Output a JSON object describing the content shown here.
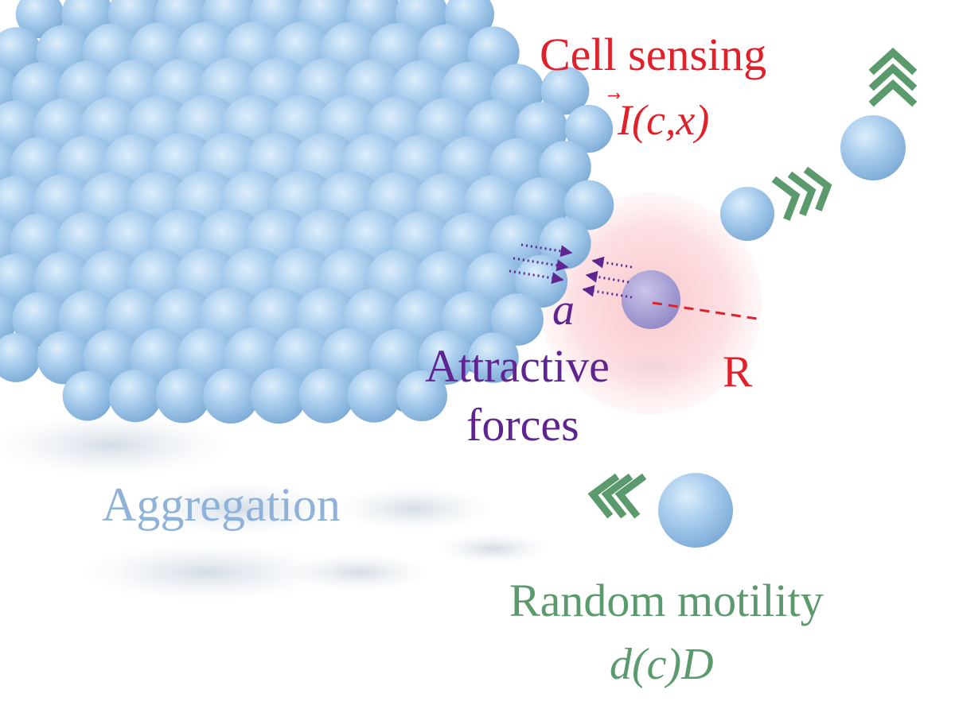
{
  "labels": {
    "cell_sensing": "Cell sensing",
    "sensing_formula": "I(c,x)",
    "radius": "R",
    "adhesion_symbol": "a",
    "attractive_line1": "Attractive",
    "attractive_line2": "forces",
    "aggregation": "Aggregation",
    "random_motility": "Random motility",
    "motility_formula": "d(c)D"
  },
  "colors": {
    "cell": "#a9cdee",
    "cell_light": "#dcecfa",
    "cell_dark": "#6f9fcc",
    "sensing": "#e0202a",
    "sensing_zone": "#fbd9dc",
    "attraction": "#5e2490",
    "motility": "#5b9a6c",
    "aggregation": "#8fb3d8",
    "shadow": "#c4cedc"
  },
  "icons": [
    "chevron-arrow-icon",
    "dotted-arrow-icon",
    "dashed-radius-line"
  ]
}
